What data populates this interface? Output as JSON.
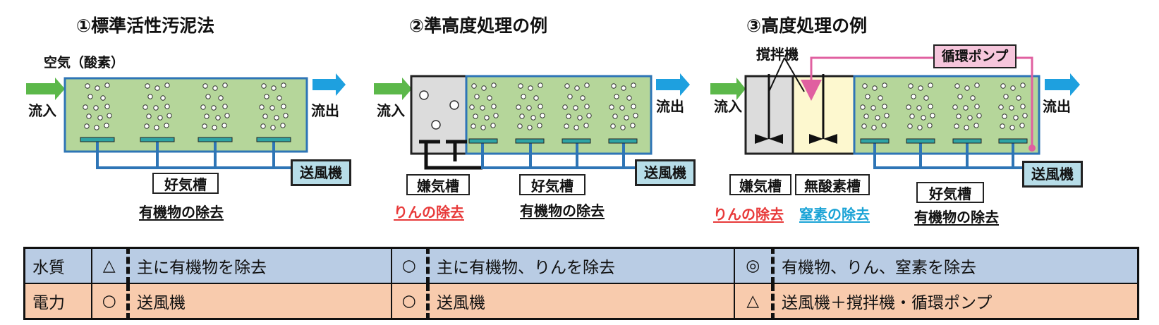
{
  "titles": {
    "t1": "①標準活性汚泥法",
    "t2": "②準高度処理の例",
    "t3": "③高度処理の例"
  },
  "labels": {
    "inflow": "流入",
    "outflow": "流出",
    "air": "空気（酸素）",
    "blower": "送風機",
    "aerobic_tank": "好気槽",
    "anaerobic_tank": "嫌気槽",
    "anoxic_tank": "無酸素槽",
    "agitator": "撹拌機",
    "circulation_pump": "循環ポンプ",
    "remove_organic": "有機物の除去",
    "remove_phosphorus": "りんの除去",
    "remove_nitrogen": "窒素の除去"
  },
  "table": {
    "rows": [
      {
        "header": "水質",
        "cells": [
          {
            "mark": "△",
            "text": "主に有機物を除去"
          },
          {
            "mark": "○",
            "text": "主に有機物、りんを除去"
          },
          {
            "mark": "◎",
            "text": "有機物、りん、窒素を除去"
          }
        ]
      },
      {
        "header": "電力",
        "cells": [
          {
            "mark": "○",
            "text": "送風機"
          },
          {
            "mark": "○",
            "text": "送風機"
          },
          {
            "mark": "△",
            "text": "送風機＋撹拌機・循環ポンプ"
          }
        ]
      }
    ]
  },
  "colors": {
    "tank_green": "#b5d69a",
    "tank_gray": "#dcdcdc",
    "tank_cream": "#fdf8cf",
    "pipe_blue": "#2e75b6",
    "arrow_green": "#5cb84a",
    "arrow_blue": "#1ea0df",
    "pump_pipe": "#e060a0",
    "row_quality": "#b9cce4",
    "row_power": "#f8cbad"
  }
}
